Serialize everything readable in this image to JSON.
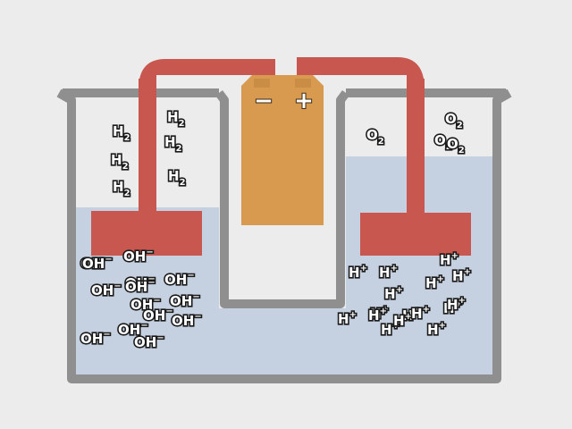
{
  "battery": {
    "negative_label": "−",
    "positive_label": "+"
  },
  "colors": {
    "background": "#ebeceb",
    "container": "#8f8f8f",
    "electrolyte": "#c5d1e0",
    "electrode": "#c8574f",
    "battery": "#d89a4e"
  },
  "labels": {
    "h2": {
      "base": "H",
      "sub": "2"
    },
    "o2": {
      "base": "O",
      "sub": "2"
    },
    "h_plus": {
      "base": "H",
      "sup": "+"
    },
    "oh_minus": {
      "base": "OH",
      "sup": "−"
    }
  },
  "left_gas": {
    "molecule": "h2",
    "count": 6
  },
  "right_gas": {
    "molecule": "o2",
    "count": 4
  },
  "left_ions": {
    "ion": "oh_minus",
    "count": 14
  },
  "right_ions": {
    "ion": "h_plus",
    "count": 16
  }
}
